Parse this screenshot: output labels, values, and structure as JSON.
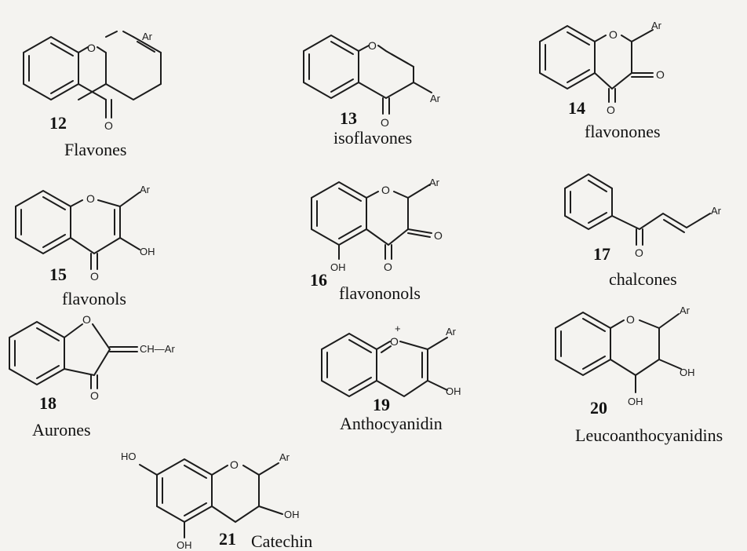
{
  "compounds": [
    {
      "number": "12",
      "name": "Flavones"
    },
    {
      "number": "13",
      "name": "isoflavones"
    },
    {
      "number": "14",
      "name": "flavonones"
    },
    {
      "number": "15",
      "name": "flavonols"
    },
    {
      "number": "16",
      "name": "flavononols"
    },
    {
      "number": "17",
      "name": "chalcones"
    },
    {
      "number": "18",
      "name": "Aurones"
    },
    {
      "number": "19",
      "name": "Anthocyanidin"
    },
    {
      "number": "20",
      "name": "Leucoanthocyanidins"
    },
    {
      "number": "21",
      "name": "Catechin"
    }
  ],
  "atom_labels": {
    "O": "O",
    "Ar": "Ar",
    "OH": "OH",
    "HO": "HO",
    "CH_Ar": "CH—Ar",
    "plus": "+"
  }
}
